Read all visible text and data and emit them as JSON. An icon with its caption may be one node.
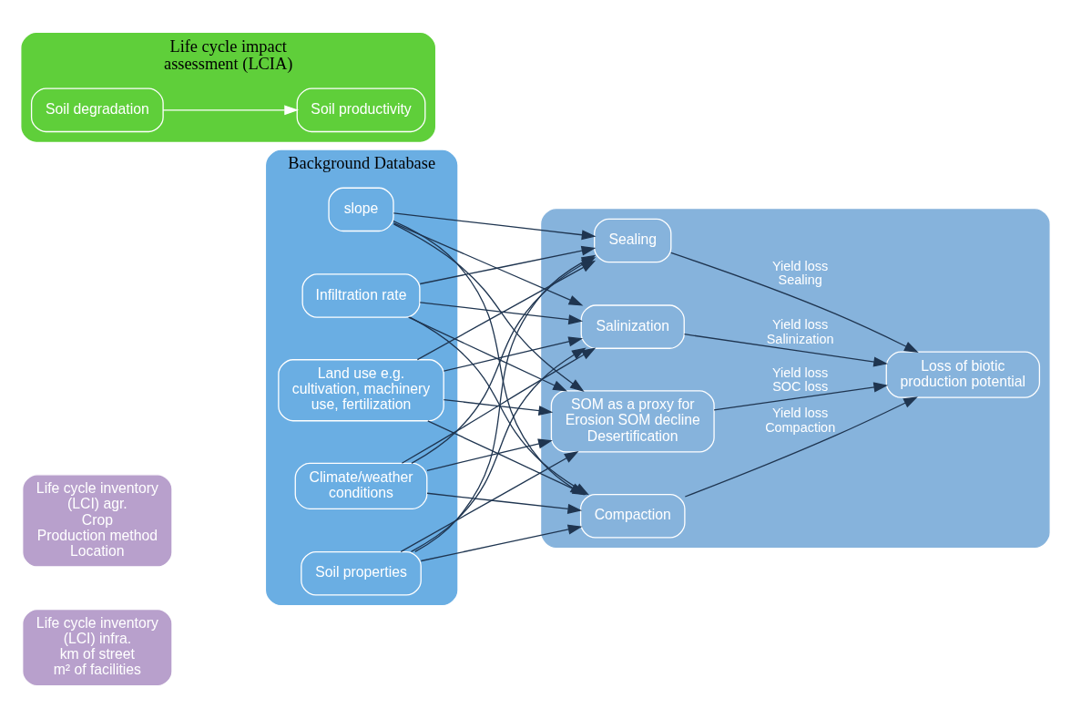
{
  "diagram": {
    "nodes": [
      {
        "text": [
          "Life cycle inventory (LCI) agr.",
          "Crop",
          "Production method",
          "Location"
        ]
      },
      {
        "text": [
          "Life cycle inventory (LCI) infra.",
          "km of street",
          "m² of facilities"
        ]
      },
      {
        "text": [
          "Background Database"
        ]
      },
      {
        "text": [
          "Soil properties"
        ],
        "in": 2
      },
      {
        "text": [
          "Climate/weather conditions"
        ],
        "in": 2
      },
      {
        "text": [
          "Land use e.g. cultivation, machinery use, fertilization"
        ],
        "in": 2
      },
      {
        "text": [
          "Infiltration rate"
        ],
        "in": 2
      },
      {
        "text": [
          "slope"
        ],
        "in": 2
      },
      {
        "text": [
          "Life cycle impact assessment (LCIA)"
        ]
      },
      {
        "text": [
          "Soil degradation"
        ],
        "in": 8
      },
      {
        "text": [
          "Soil productivity"
        ],
        "in": 8
      },
      {
        "text": [],
        "shape": "box"
      },
      {
        "text": [
          "Compaction"
        ],
        "in": 11
      },
      {
        "text": [
          "SOM as a proxy for Erosion SOM decline Desertification"
        ],
        "in": 11
      },
      {
        "text": [
          "Salinization"
        ],
        "in": 11
      },
      {
        "text": [
          "Sealing"
        ],
        "in": 11
      },
      {
        "text": [
          "Loss of biotic production potential"
        ],
        "in": 11
      }
    ],
    "edges": [
      {
        "from": 3,
        "to": 12,
        "arrow": "to"
      },
      {
        "from": 3,
        "to": 13,
        "arrow": "to"
      },
      {
        "from": 3,
        "to": 14,
        "arrow": "to"
      },
      {
        "from": 3,
        "to": 15,
        "arrow": "to"
      },
      {
        "from": 4,
        "to": 12,
        "arrow": "to"
      },
      {
        "from": 4,
        "to": 13,
        "arrow": "to"
      },
      {
        "from": 4,
        "to": 14,
        "arrow": "to"
      },
      {
        "from": 4,
        "to": 15,
        "arrow": "to"
      },
      {
        "from": 5,
        "to": 12,
        "arrow": "to"
      },
      {
        "from": 5,
        "to": 13,
        "arrow": "to"
      },
      {
        "from": 5,
        "to": 14,
        "arrow": "to"
      },
      {
        "from": 5,
        "to": 15,
        "arrow": "to"
      },
      {
        "from": 6,
        "to": 12,
        "arrow": "to"
      },
      {
        "from": 6,
        "to": 13,
        "arrow": "to"
      },
      {
        "from": 6,
        "to": 14,
        "arrow": "to"
      },
      {
        "from": 6,
        "to": 15,
        "arrow": "to"
      },
      {
        "from": 7,
        "to": 12,
        "arrow": "to"
      },
      {
        "from": 7,
        "to": 13,
        "arrow": "to"
      },
      {
        "from": 7,
        "to": 14,
        "arrow": "to"
      },
      {
        "from": 7,
        "to": 15,
        "arrow": "to"
      },
      {
        "from": 9,
        "to": 10,
        "arrow": "to",
        "color": "#ffffff"
      },
      {
        "from": 12,
        "to": 16,
        "arrow": "to",
        "label": "Yield loss Compaction"
      },
      {
        "from": 13,
        "to": 16,
        "arrow": "to",
        "label": "Yield loss SOC loss"
      },
      {
        "from": 14,
        "to": 16,
        "arrow": "to",
        "label": "Yield loss Salinization"
      },
      {
        "from": 15,
        "to": 16,
        "arrow": "to",
        "label": "Yield loss Sealing"
      }
    ]
  }
}
